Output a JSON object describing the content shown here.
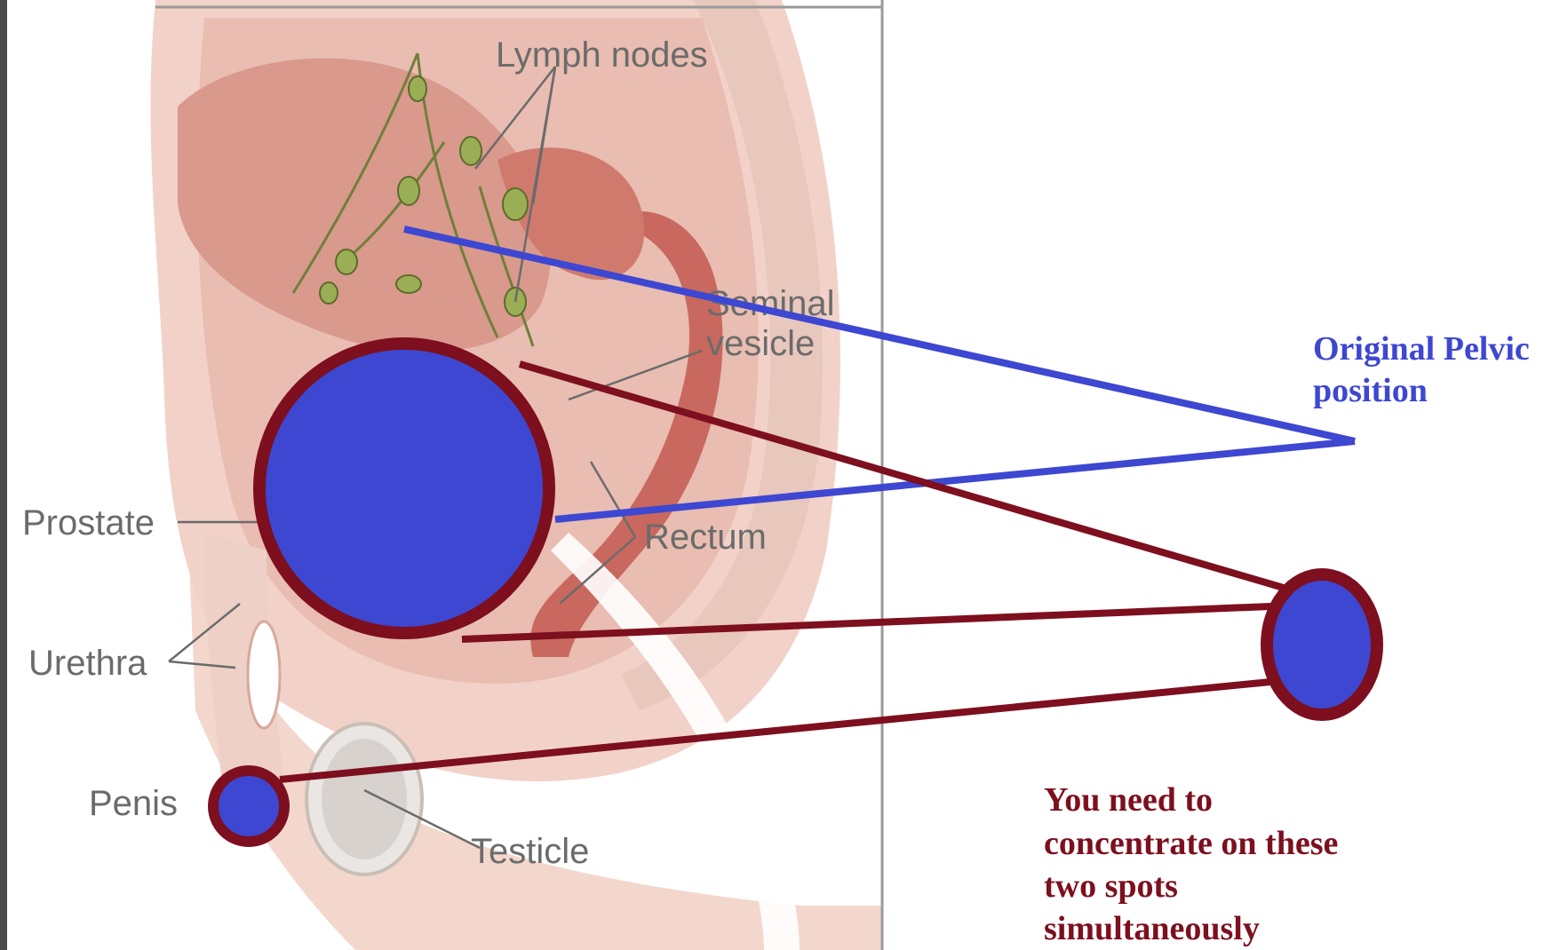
{
  "anatomy_labels": {
    "lymph_nodes": "Lymph nodes",
    "seminal_line1": "Seminal",
    "seminal_line2": "vesicle",
    "prostate": "Prostate",
    "rectum": "Rectum",
    "urethra": "Urethra",
    "penis": "Penis",
    "testicle": "Testicle"
  },
  "annotations": {
    "pelvic_line1": "Original Pelvic",
    "pelvic_line2": "position",
    "focus_line1": "You need to",
    "focus_line2": "concentrate on these",
    "focus_line3": "two spots",
    "focus_line4": "simultaneously"
  },
  "colors": {
    "spot_fill": "#3d47d1",
    "spot_ring": "#7d0f1e",
    "connector_blue": "#3d47d1",
    "connector_red": "#7d0f1e",
    "label_gray": "#6b6b6b",
    "skin": "#f2d2c8",
    "tissue": "#e7b3a6",
    "organ": "#c9685e"
  }
}
